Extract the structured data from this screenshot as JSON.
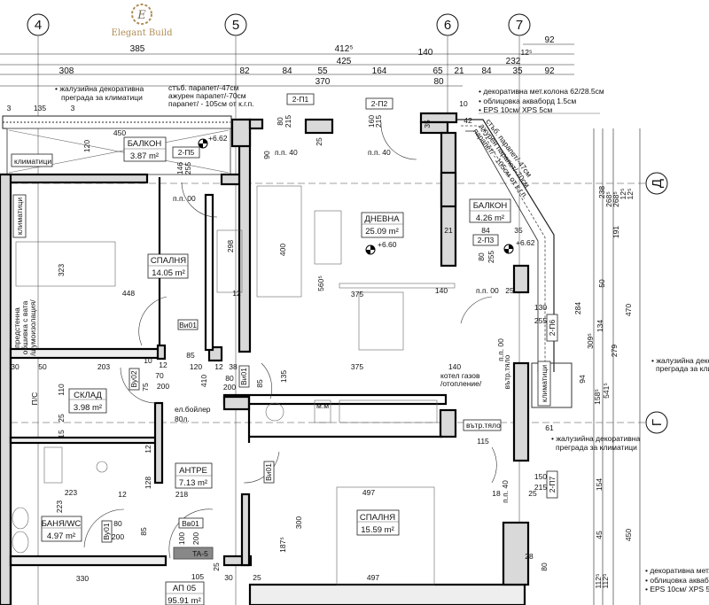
{
  "logo": {
    "brand": "Elegant Build",
    "initial": "E"
  },
  "axes": {
    "top": [
      "4",
      "5",
      "6",
      "7"
    ],
    "right": [
      "Д",
      "Г"
    ]
  },
  "top_dims": {
    "row1": [
      "385",
      "412⁵",
      "140",
      "12⁵",
      "92"
    ],
    "row2": [
      "425",
      "232"
    ],
    "row3": [
      "308",
      "82",
      "84",
      "55",
      "164",
      "65",
      "21",
      "84",
      "35",
      "92"
    ],
    "row4": [
      "370",
      "80"
    ]
  },
  "notes": {
    "top_left": [
      "• жалузийна декоративна",
      "преграда за климатици"
    ],
    "parapet": [
      "стъб. парапет/-47см",
      "ажурен парапет/-70см",
      "парапет/ - 105см от к.г.п."
    ],
    "column_top": [
      "• декоративна мет.колона 62/28.5см",
      "• облицовка акваборд 1.5см",
      "• EPS 10см/ XPS 5см"
    ],
    "column_bottom": [
      "• декоративна мет.колона",
      "• облицовка аквабо",
      "• EPS 10см/ XPS 5с"
    ],
    "blind_right": [
      "• жалузийна декора",
      "преграда за клима"
    ],
    "blind_mid": [
      "• жалузийна декоративна",
      "преграда за климатици"
    ]
  },
  "rooms": [
    {
      "name": "БАЛКОН",
      "area": "3.87 m²"
    },
    {
      "name": "СПАЛНЯ",
      "area": "14.05 m²"
    },
    {
      "name": "ДНЕВНА",
      "area": "25.09 m²"
    },
    {
      "name": "БАЛКОН",
      "area": "4.26 m²"
    },
    {
      "name": "СКЛАД",
      "area": "3.98 m²"
    },
    {
      "name": "АНТРЕ",
      "area": "7.13 m²"
    },
    {
      "name": "БАНЯ/WC",
      "area": "4.97 m²"
    },
    {
      "name": "СПАЛНЯ",
      "area": "15.59 m²"
    },
    {
      "name": "АП 05",
      "area": "95.91 m²"
    }
  ],
  "openings": [
    "2-П1",
    "2-П2",
    "2-П5",
    "2-П3",
    "2-П6",
    "2-П7"
  ],
  "doors": [
    "Ви01",
    "Ву02",
    "Ви01",
    "Ви01",
    "Ву01",
    "Вв01"
  ],
  "levels": [
    "+6.62",
    "+6.60",
    "+6.62"
  ],
  "labels": {
    "climate1": "климатици",
    "climate2": "климатици",
    "climate3": "климатици",
    "ps": "П/С",
    "boiler": [
      "ел.бойлер",
      "80л."
    ],
    "gas": [
      "котел газов",
      "/отопление/"
    ],
    "inner1": "вътр.тяло",
    "inner2": "вътр.тяло",
    "panel": "TA-5",
    "mm": "м.м",
    "partition": [
      "предстенна",
      "обшивка с вата",
      "/шумоизолация/"
    ],
    "sill": [
      "п.п. 40",
      "п.п. 40",
      "п.п. 00",
      "п.п. 00",
      "п.п. 00",
      "п.п. 40"
    ]
  },
  "dims": [
    "135",
    "3",
    "3",
    "450",
    "120",
    "146",
    "255",
    "80",
    "215",
    "25",
    "90",
    "160",
    "215",
    "35",
    "10",
    "42",
    "323",
    "448",
    "298",
    "12",
    "400",
    "560⁵",
    "375",
    "375",
    "140",
    "203",
    "110",
    "25",
    "15",
    "30",
    "50",
    "12",
    "70",
    "75",
    "200",
    "10",
    "85",
    "120",
    "12",
    "38",
    "80",
    "200",
    "85",
    "135",
    "410",
    "12",
    "128",
    "223",
    "223",
    "218",
    "12",
    "80",
    "200",
    "85",
    "100",
    "200",
    "25",
    "330",
    "105",
    "30",
    "25",
    "497",
    "497",
    "300",
    "187⁵",
    "115",
    "150",
    "215",
    "18",
    "25",
    "154",
    "450",
    "45",
    "279",
    "541⁵",
    "158⁵",
    "94",
    "61",
    "238",
    "268⁵",
    "268⁵",
    "191",
    "50",
    "470",
    "134",
    "309⁵",
    "284",
    "130",
    "255",
    "21",
    "84",
    "35",
    "80",
    "255",
    "140",
    "25",
    "28",
    "112⁵",
    "112⁵",
    "80",
    "12⁵",
    "12⁵"
  ]
}
